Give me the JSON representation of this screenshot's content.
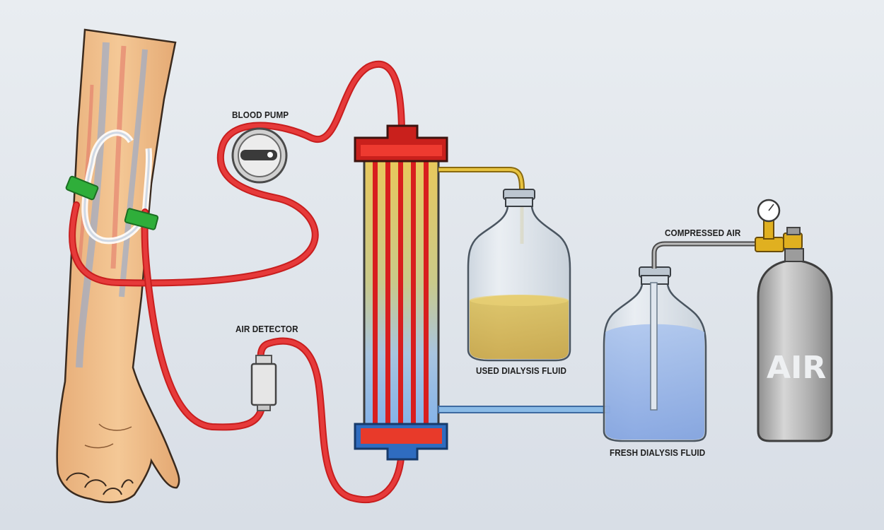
{
  "labels": {
    "blood_pump": "BLOOD PUMP",
    "air_detector": "AIR DETECTOR",
    "used_dialysis_fluid": "USED DIALYSIS FLUID",
    "fresh_dialysis_fluid": "FRESH DIALYSIS FLUID",
    "compressed_air": "COMPRESSED AIR",
    "air_tank_text": "AIR"
  },
  "colors": {
    "background": "#e3e8ed",
    "blood": "#e02a2a",
    "used_fluid": "#d9b64a",
    "fresh_fluid": "#8fb4e8",
    "skin": "#efc08e",
    "clamp": "#2fae3a",
    "air_tank": "#b5b5b5",
    "brass": "#e0b020"
  }
}
